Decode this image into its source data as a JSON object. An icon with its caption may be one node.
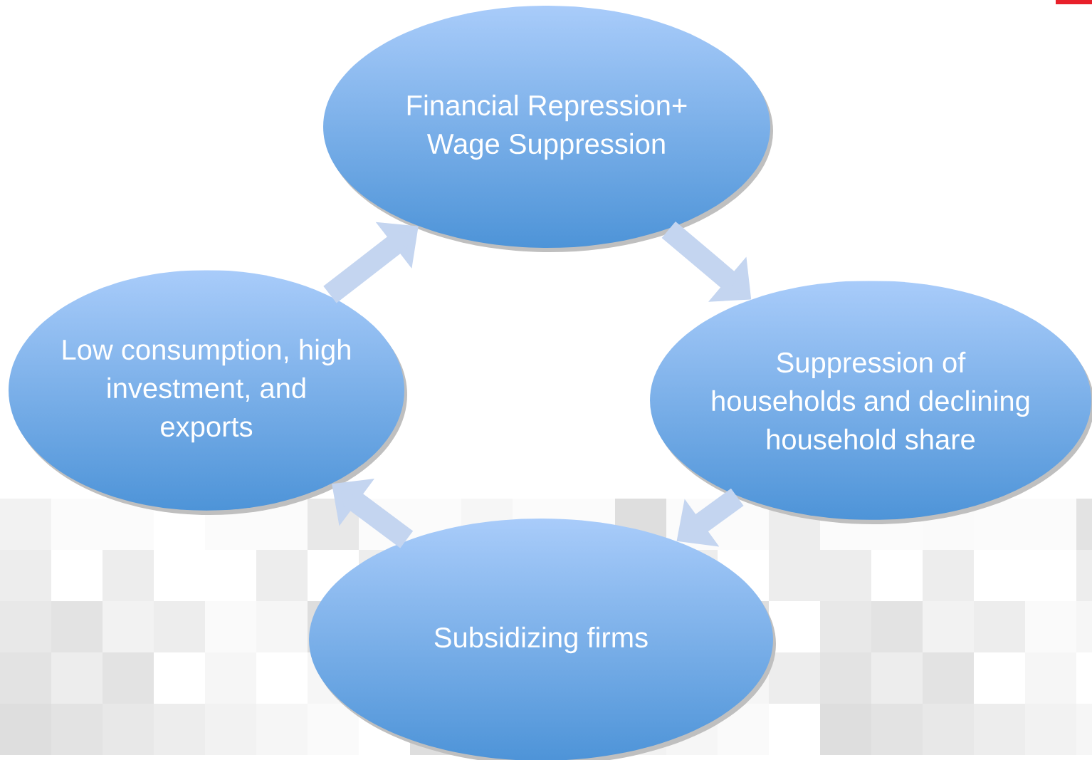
{
  "diagram": {
    "nodes": [
      {
        "text": [
          "Financial Repression+ Wage Suppression"
        ]
      },
      {
        "text": [
          "Suppression of households  and declining household share"
        ]
      },
      {
        "text": [
          "Subsidizing firms"
        ]
      },
      {
        "text": [
          "Low consumption, high investment, and exports"
        ]
      }
    ],
    "edges": [
      {
        "from": 0,
        "to": 1,
        "arrow": "to"
      },
      {
        "from": 1,
        "to": 2,
        "arrow": "to"
      },
      {
        "from": 2,
        "to": 3,
        "arrow": "to"
      },
      {
        "from": 3,
        "to": 0,
        "arrow": "to"
      }
    ]
  }
}
